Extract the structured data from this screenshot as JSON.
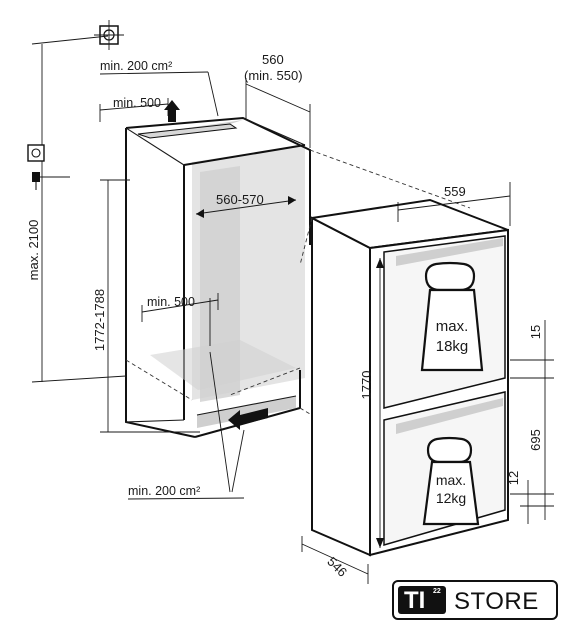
{
  "labels": {
    "vent_top": "min. 200 cm²",
    "width_top": "min. 500",
    "niche_depth": "560",
    "niche_depth_min": "(min. 550)",
    "niche_width": "560-570",
    "max_height": "max. 2100",
    "niche_height": "1772-1788",
    "width_bottom": "min. 500",
    "vent_bottom": "min. 200 cm²",
    "unit_width": "559",
    "unit_height": "1770",
    "unit_depth": "546",
    "dim_15": "15",
    "dim_695": "695",
    "dim_12": "12"
  },
  "weights": {
    "upper": {
      "line1": "max.",
      "line2": "18kg"
    },
    "lower": {
      "line1": "max.",
      "line2": "12kg"
    }
  },
  "logo": {
    "brand": "TI",
    "superscript": "22",
    "word": "STORE"
  }
}
